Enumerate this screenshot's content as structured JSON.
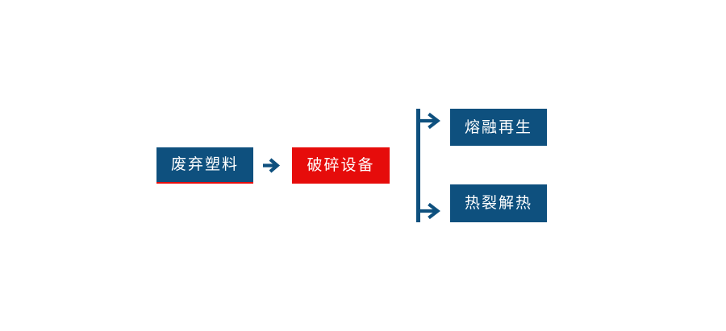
{
  "canvas": {
    "background": "#ffffff"
  },
  "colors": {
    "canvas_bg": "#ffffff",
    "primary_blue": "#0e507e",
    "accent_red": "#e60c0b",
    "node_text": "#ffffff"
  },
  "flowchart": {
    "source_node": {
      "label": "废弃塑料"
    },
    "process_node": {
      "label": "破碎设备"
    },
    "branches": [
      {
        "label": "熔融再生"
      },
      {
        "label": "热裂解热"
      }
    ],
    "icons": {
      "main_connector": "arrow-right-icon",
      "branch_top_connector": "arrow-right-icon",
      "branch_bottom_connector": "arrow-right-icon"
    }
  }
}
